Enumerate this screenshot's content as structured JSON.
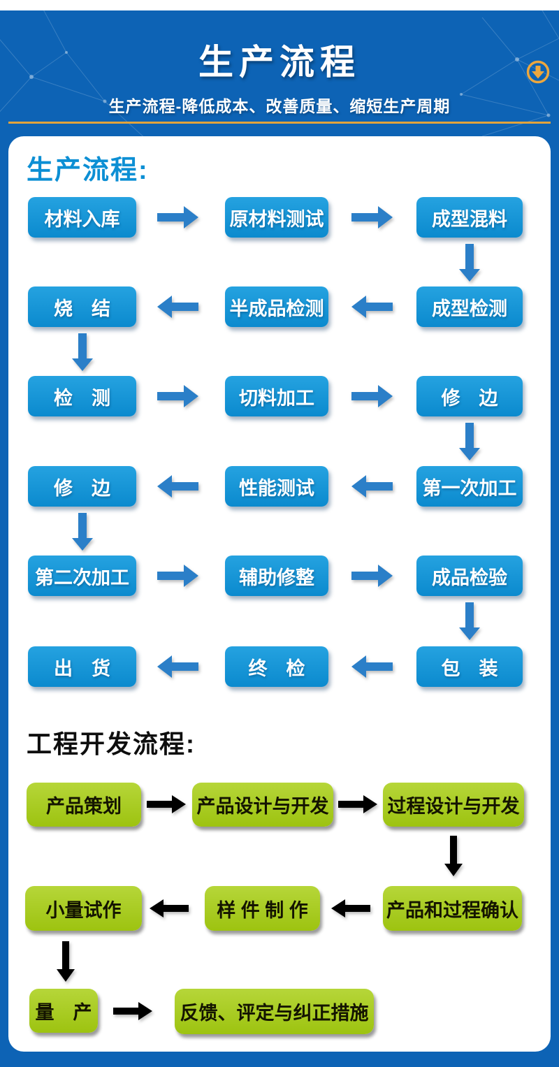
{
  "header": {
    "title": "生产流程",
    "subtitle": "生产流程-降低成本、改善质量、缩短生产周期",
    "download_icon": "circle-down-arrow"
  },
  "colors": {
    "header_bg": "#0d63b5",
    "accent_gold": "#e2a33c",
    "flow_box_blue": "#0e90d4",
    "flow_arrow_blue": "#2b7fc8",
    "heading_blue": "#0c8fd4",
    "dev_box_green": "#a7cb1e",
    "dev_arrow_black": "#000000"
  },
  "production": {
    "heading": "生产流程:",
    "rows": [
      {
        "direction": "right",
        "cells": [
          "材料入库",
          "原材料测试",
          "成型混料"
        ]
      },
      {
        "direction": "left",
        "cells": [
          "烧　结",
          "半成品检测",
          "成型检测"
        ]
      },
      {
        "direction": "right",
        "cells": [
          "检　测",
          "切料加工",
          "修　边"
        ]
      },
      {
        "direction": "left",
        "cells": [
          "修　边",
          "性能测试",
          "第一次加工"
        ]
      },
      {
        "direction": "right",
        "cells": [
          "第二次加工",
          "辅助修整",
          "成品检验"
        ]
      },
      {
        "direction": "left",
        "cells": [
          "出　货",
          "终　检",
          "包　装"
        ]
      }
    ]
  },
  "engineering": {
    "heading": "工程开发流程:",
    "rows": [
      {
        "direction": "right",
        "cells": [
          "产品策划",
          "产品设计与开发",
          "过程设计与开发"
        ]
      },
      {
        "direction": "left",
        "cells": [
          "小量试作",
          "样 件 制 作",
          "产品和过程确认"
        ]
      },
      {
        "direction": "right",
        "cells": [
          "量　产",
          "反馈、评定与纠正措施"
        ]
      }
    ]
  }
}
